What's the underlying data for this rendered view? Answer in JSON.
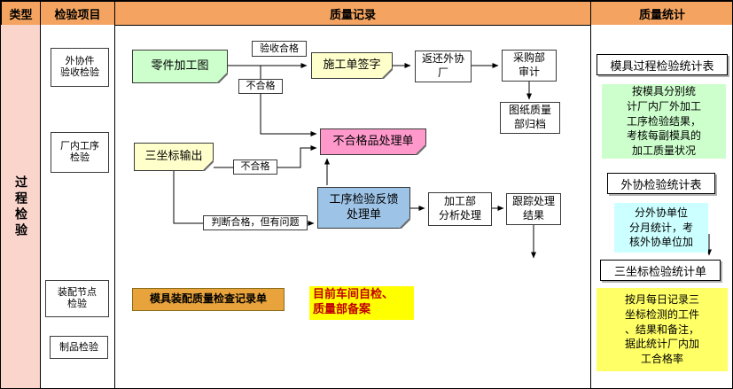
{
  "header": {
    "type": "类型",
    "items": "检验项目",
    "records": "质量记录",
    "stats": "质量统计"
  },
  "type_label": "过程检验",
  "items": [
    {
      "label": "外协件\n验收检验"
    },
    {
      "label": "厂内工序\n检验"
    },
    {
      "label": "装配节点\n检验"
    },
    {
      "label": "制品检验"
    }
  ],
  "flow": {
    "part_drawing": "零件加工图",
    "accept_ok_label": "验收合格",
    "reject_label_1": "不合格",
    "work_order_sign": "施工单签字",
    "return_supplier": "返还外协\n厂",
    "purchase_audit": "采购部\n审计",
    "drawing_archive": "图纸质量\n部归档",
    "nonconforming_sheet": "不合格品处理单",
    "cmm_output": "三坐标输出",
    "reject_label_2": "不合格",
    "judge_label": "判断合格，但有问题",
    "feedback_sheet": "工序检验反馈\n处理单",
    "analysis": "加工部\n分析处理",
    "tracking": "跟踪处理\n结果",
    "assembly_record": "模具装配质量检查记录单",
    "workshop_note": "目前车间自检、\n质量部备案"
  },
  "stats": {
    "s1_title": "模具过程检验统计表",
    "s1_desc": "按模具分别统\n计厂内厂外加工\n工序检验结果，\n考核每副模具的\n加工质量状况",
    "s2_title": "外协检验统计表",
    "s2_desc": "分外协单位\n分月统计，考\n核外协单位加",
    "s3_title": "三坐标检验统计单",
    "s3_desc": "按月每日记录三\n坐标检测的工件\n、结果和备注，\n据此统计厂内加\n工合格率"
  },
  "colors": {
    "header_bg": "#F4A460",
    "type_col_bg": "#FAD5CC",
    "green_box": "#CCFFCC",
    "yellow_note": "#FFFFCC",
    "pink_box": "#FF99CC",
    "blue_box": "#9DC3E6",
    "gold_box": "#E8A33C",
    "highlight_yellow": "#FFFF00",
    "stat_blue": "#CCFFFF",
    "stat_yellow": "#FFFF66",
    "note_text": "#C00000"
  }
}
